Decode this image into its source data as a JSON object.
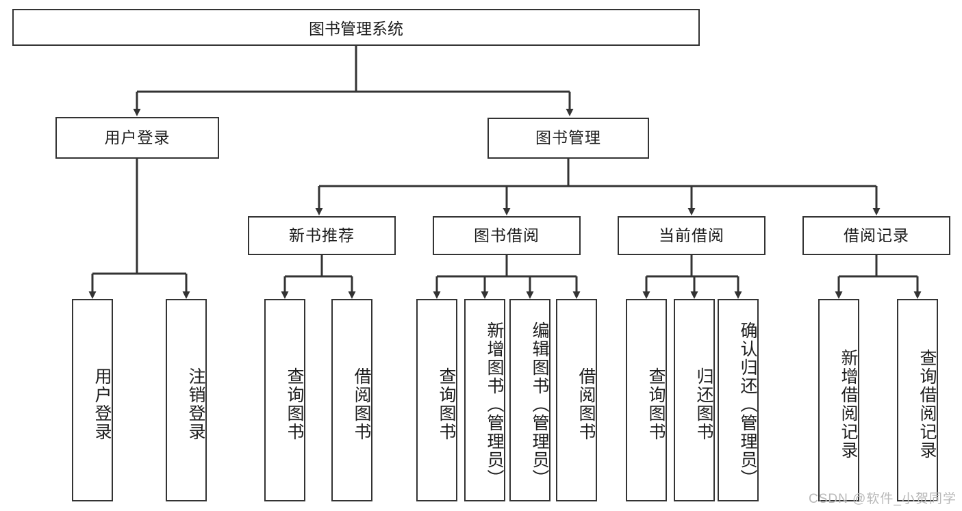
{
  "diagram": {
    "title": "图书管理系统",
    "type": "tree-hierarchy-chart",
    "root": {
      "label": "图书管理系统"
    },
    "level2": [
      {
        "label": "用户登录"
      },
      {
        "label": "图书管理"
      }
    ],
    "level3": [
      {
        "label": "新书推荐"
      },
      {
        "label": "图书借阅"
      },
      {
        "label": "当前借阅"
      },
      {
        "label": "借阅记录"
      }
    ],
    "leaves_user_login": [
      {
        "label": "用户登录"
      },
      {
        "label": "注销登录"
      }
    ],
    "leaves_new_book": [
      {
        "label": "查询图书"
      },
      {
        "label": "借阅图书"
      }
    ],
    "leaves_book_borrow": [
      {
        "label": "查询图书"
      },
      {
        "label": "新增图书（管理员）"
      },
      {
        "label": "编辑图书（管理员）"
      },
      {
        "label": "借阅图书"
      }
    ],
    "leaves_current_borrow": [
      {
        "label": "查询图书"
      },
      {
        "label": "归还图书"
      },
      {
        "label": "确认归还（管理员）"
      }
    ],
    "leaves_borrow_record": [
      {
        "label": "新增借阅记录"
      },
      {
        "label": "查询借阅记录"
      }
    ]
  },
  "watermark": {
    "text": "CSDN @软件_小贺同学"
  },
  "colors": {
    "stroke": "#333333",
    "fill": "#ffffff",
    "text": "#1d1d1d",
    "watermark": "#b9b9b9"
  }
}
